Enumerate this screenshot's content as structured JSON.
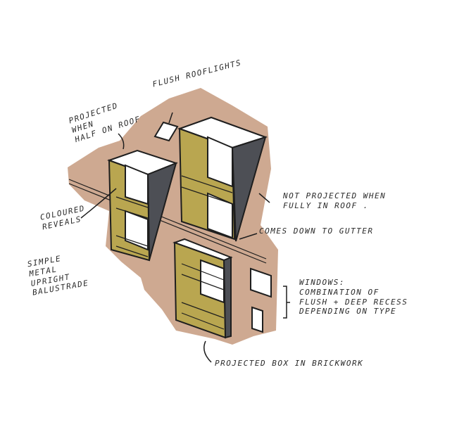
{
  "diagram": {
    "type": "architectural-sketch",
    "subject": "Rooftop dormer / projected box windows on a pitched roof",
    "colors": {
      "background": "#ffffff",
      "brick_wash": "#c9a085",
      "reveal_ochre": "#b9a650",
      "side_dark": "#4d4f55",
      "ink": "#1e1e1e",
      "white_face": "#ffffff"
    },
    "annotations": [
      {
        "id": "flush-rooflights",
        "text": "Flush rooflights"
      },
      {
        "id": "projected-half-on-roof",
        "text": "Projected\nwhen\nhalf on roof"
      },
      {
        "id": "not-projected-fully-in-roof",
        "text": "Not projected when\nfully in roof ."
      },
      {
        "id": "comes-down-to-gutter",
        "text": "Comes down to gutter"
      },
      {
        "id": "coloured-reveals",
        "text": "Coloured\nreveals"
      },
      {
        "id": "simple-metal-balustrade",
        "text": "Simple\nmetal\nupright\nbalustrade"
      },
      {
        "id": "windows-note",
        "text": "Windows:\ncombination of\nflush + deep recess\ndepending on type"
      },
      {
        "id": "projected-box-brickwork",
        "text": "Projected box in brickwork"
      }
    ]
  }
}
